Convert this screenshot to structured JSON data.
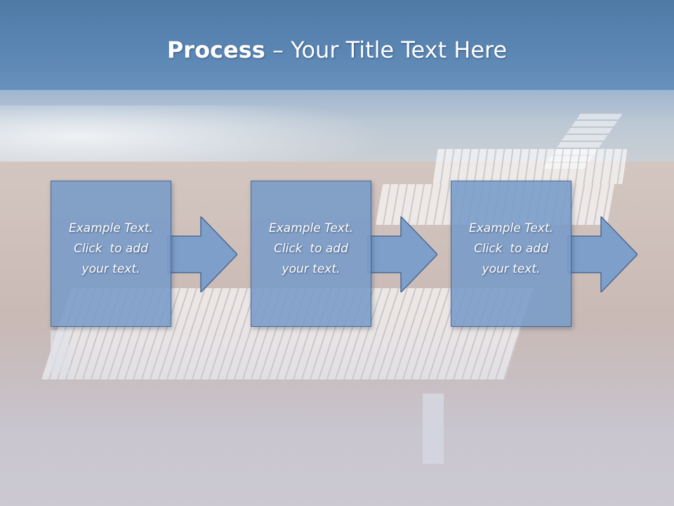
{
  "slide": {
    "title_bold": "Process",
    "title_rest": " – Your Title Text Here"
  },
  "steps": [
    {
      "line1": "Example Text.",
      "line2": "Click  to add",
      "line3": "your text."
    },
    {
      "line1": "Example Text.",
      "line2": "Click  to add",
      "line3": "your text."
    },
    {
      "line1": "Example Text.",
      "line2": "Click  to add",
      "line3": "your text."
    }
  ],
  "colors": {
    "header": "#5b86b3",
    "step_fill": "#789bc8",
    "step_border": "#4a6a95",
    "text": "#ffffff"
  }
}
